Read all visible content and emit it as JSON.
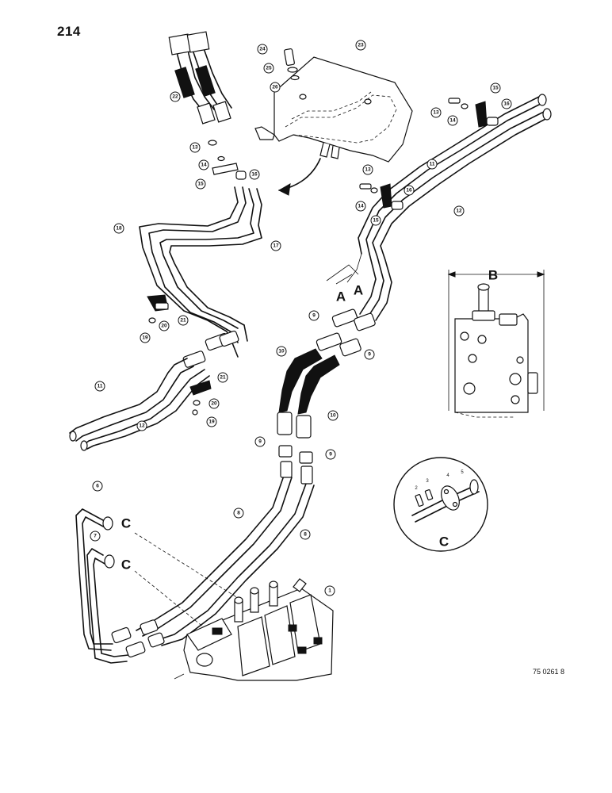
{
  "page": {
    "number": "214",
    "figure_code": "75 0261 8"
  },
  "view_letters": {
    "A": "A",
    "B": "B",
    "C": "C"
  },
  "callouts": {
    "p1": "1",
    "p2": "2",
    "p3": "3",
    "p4": "4",
    "p5": "5",
    "p6": "6",
    "p7": "7",
    "p8": "8",
    "p9": "9",
    "p10": "10",
    "p11": "11",
    "p12": "12",
    "p13": "13",
    "p14": "14",
    "p15": "15",
    "p16": "16",
    "p17": "17",
    "p18": "18",
    "p19": "19",
    "p20": "20",
    "p21": "21",
    "p22": "22",
    "p23": "23",
    "p24": "24",
    "p25": "25",
    "p26": "26"
  }
}
